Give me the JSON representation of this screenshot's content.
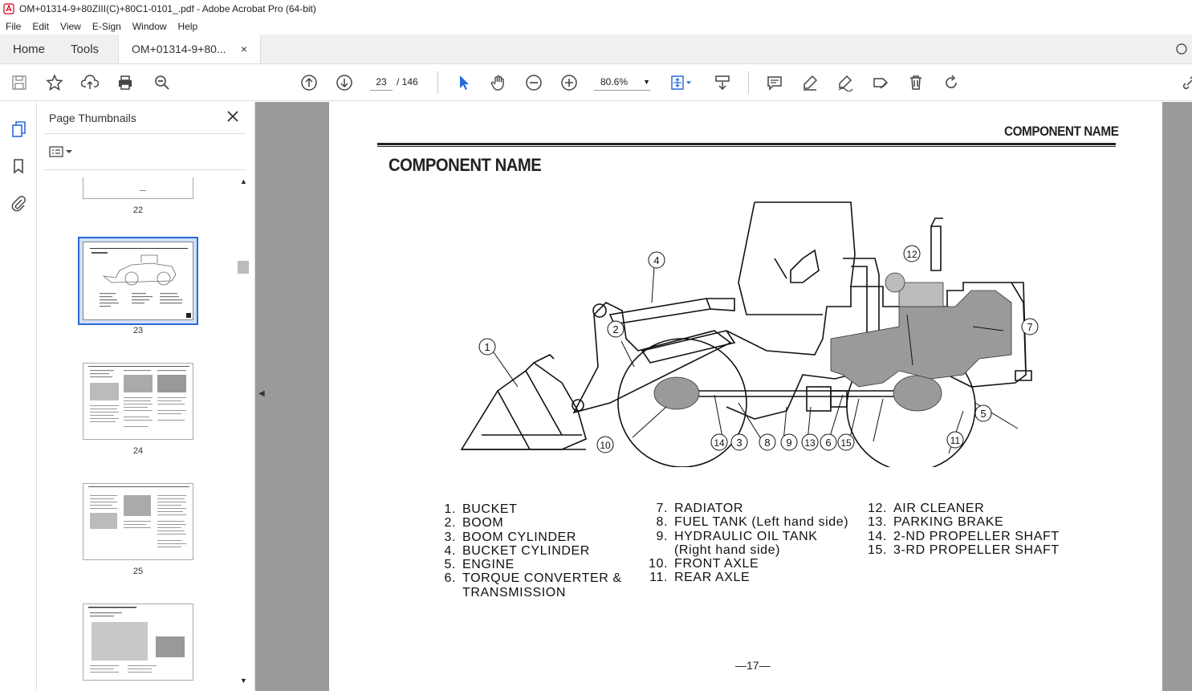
{
  "window": {
    "title": "OM+01314-9+80ZIII(C)+80C1-0101_.pdf - Adobe Acrobat Pro (64-bit)"
  },
  "menu": [
    "File",
    "Edit",
    "View",
    "E-Sign",
    "Window",
    "Help"
  ],
  "tabs": {
    "home": "Home",
    "tools": "Tools",
    "document": "OM+01314-9+80...",
    "close": "×"
  },
  "toolbar": {
    "current_page": "23",
    "total_pages": "/  146",
    "zoom": "80.6%"
  },
  "thumbnails": {
    "title": "Page Thumbnails",
    "pages": [
      {
        "label": "22"
      },
      {
        "label": "23",
        "selected": true
      },
      {
        "label": "24"
      },
      {
        "label": "25"
      },
      {
        "label": ""
      }
    ]
  },
  "document": {
    "running_header": "COMPONENT NAME",
    "title": "COMPONENT NAME",
    "callouts": [
      "1",
      "2",
      "3",
      "4",
      "5",
      "6",
      "7",
      "8",
      "9",
      "10",
      "11",
      "12",
      "13",
      "14",
      "15"
    ],
    "legend_col1": [
      {
        "n": "1.",
        "t": "BUCKET"
      },
      {
        "n": "2.",
        "t": "BOOM"
      },
      {
        "n": "3.",
        "t": "BOOM CYLINDER"
      },
      {
        "n": "4.",
        "t": "BUCKET CYLINDER"
      },
      {
        "n": "5.",
        "t": "ENGINE"
      },
      {
        "n": "6.",
        "t": "TORQUE CONVERTER &"
      }
    ],
    "legend_col1_cont": "TRANSMISSION",
    "legend_col2": [
      {
        "n": "7.",
        "t": "RADIATOR"
      },
      {
        "n": "8.",
        "t": "FUEL TANK (Left hand side)"
      },
      {
        "n": "9.",
        "t": "HYDRAULIC OIL TANK"
      }
    ],
    "legend_col2_cont": "(Right hand side)",
    "legend_col2b": [
      {
        "n": "10.",
        "t": "FRONT AXLE"
      },
      {
        "n": "11.",
        "t": "REAR AXLE"
      }
    ],
    "legend_col3": [
      {
        "n": "12.",
        "t": "AIR CLEANER"
      },
      {
        "n": "13.",
        "t": "PARKING BRAKE"
      },
      {
        "n": "14.",
        "t": "2-ND PROPELLER SHAFT"
      },
      {
        "n": "15.",
        "t": "3-RD PROPELLER SHAFT"
      }
    ],
    "page_number": "—17—"
  }
}
